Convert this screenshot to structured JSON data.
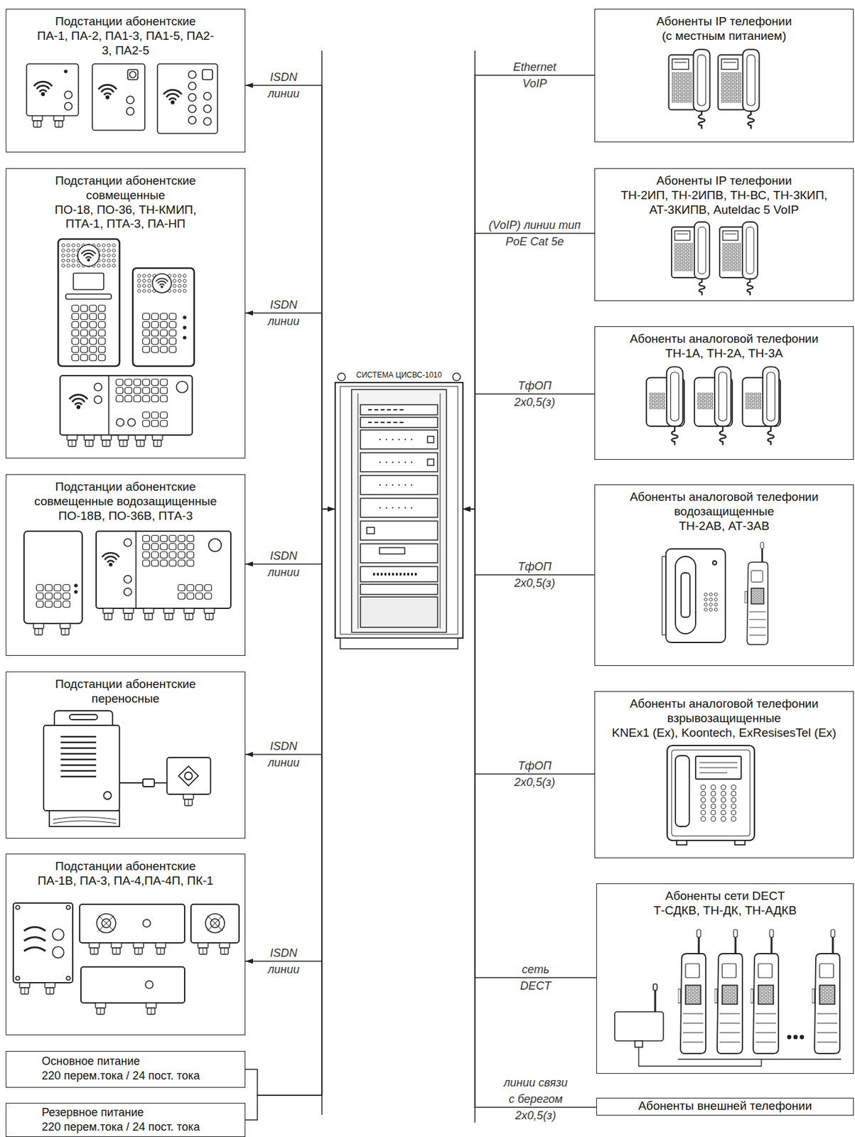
{
  "diagram": {
    "nodes": [
      {
        "text": [
          "Подстанции абонентские",
          "ПА-1, ПА-2, ПА1-3, ПА1-5, ПА2-3, ПА2-5"
        ]
      },
      {
        "text": [
          "Подстанции абонентские совмещенные",
          "ПО-18, ПО-36, ТН-КМИП, ПТА-1, ПТА-3, ПА-НП"
        ]
      },
      {
        "text": [
          "Подстанции абонентские совмещенные водозащищенные",
          "ПО-18В, ПО-36В, ПТА-3"
        ]
      },
      {
        "text": [
          "Подстанции абонентские переносные"
        ]
      },
      {
        "text": [
          "Подстанции абонентские",
          "ПА-1В, ПА-3, ПА-4,ПА-4П, ПК-1"
        ]
      },
      {
        "text": [
          "Основное питание",
          "220 перем.тока / 24 пост. тока"
        ]
      },
      {
        "text": [
          "Резервное питание",
          "220 перем.тока / 24 пост. тока"
        ]
      },
      {
        "text": [
          "СИСТЕМА ЦИСВС-1010"
        ]
      },
      {
        "text": [
          "Абоненты IP телефонии",
          "(с местным питанием)"
        ]
      },
      {
        "text": [
          "Абоненты IP телефонии",
          "ТН-2ИП, ТН-2ИПВ, ТН-ВС, ТН-3КИП, АТ-3КИПВ, Auteldac 5 VoIP"
        ]
      },
      {
        "text": [
          "Абоненты аналоговой телефонии",
          "ТН-1А, ТН-2А, ТН-3А"
        ]
      },
      {
        "text": [
          "Абоненты аналоговой телефонии водозащищенные",
          "ТН-2АВ, АТ-3АВ"
        ]
      },
      {
        "text": [
          "Абоненты аналоговой телефонии взрывозащищенные",
          "KNEx1 (Ex), Koontech, ExResisesTel (Ex)"
        ]
      },
      {
        "text": [
          "Абоненты сети DECT",
          "Т-СДКВ, ТН-ДК, ТН-АДКВ"
        ]
      },
      {
        "text": [
          "Абоненты внешней телефонии"
        ]
      }
    ],
    "edges": [
      {
        "from": 7,
        "to": 0,
        "label": "ISDN линии",
        "arrow": "to"
      },
      {
        "from": 7,
        "to": 1,
        "label": "ISDN линии",
        "arrow": "to"
      },
      {
        "from": 7,
        "to": 2,
        "label": "ISDN линии",
        "arrow": "to"
      },
      {
        "from": 7,
        "to": 3,
        "label": "ISDN линии",
        "arrow": "to"
      },
      {
        "from": 7,
        "to": 4,
        "label": "ISDN линии",
        "arrow": "to"
      },
      {
        "from": 5,
        "to": 7,
        "arrow": "to"
      },
      {
        "from": 6,
        "to": 7,
        "arrow": "to"
      },
      {
        "from": 8,
        "to": 7,
        "label": "Ethernet VoIP",
        "arrow": "to"
      },
      {
        "from": 9,
        "to": 7,
        "label": "(VoIP) линии тип PoE Cat 5e",
        "arrow": "to"
      },
      {
        "from": 10,
        "to": 7,
        "label": "ТфОП 2х0,5(з)",
        "arrow": "to"
      },
      {
        "from": 11,
        "to": 7,
        "label": "ТфОП 2х0,5(з)",
        "arrow": "to"
      },
      {
        "from": 12,
        "to": 7,
        "label": "ТфОП 2х0,5(з)",
        "arrow": "to"
      },
      {
        "from": 13,
        "to": 7,
        "label": "сеть DECT",
        "arrow": "to"
      },
      {
        "from": 14,
        "to": 7,
        "label": "линии связи с берегом 2х0,5(з)",
        "arrow": "to"
      }
    ]
  }
}
